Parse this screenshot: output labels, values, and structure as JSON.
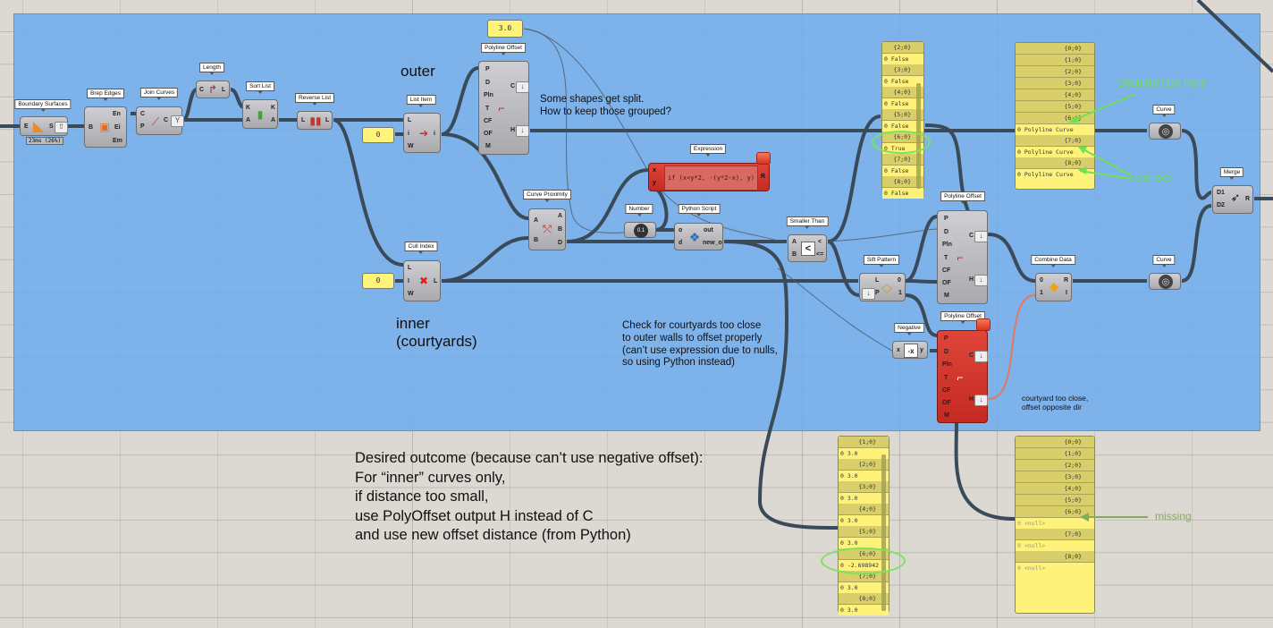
{
  "canvas": {
    "group_color": "#70acee",
    "background": "#dcd9d3"
  },
  "components": {
    "boundary_surfaces": {
      "label": "Boundary Surfaces",
      "inputs": [
        "E"
      ],
      "outputs": [
        "S"
      ],
      "timing": "23ms (26%)"
    },
    "brep_edges": {
      "label": "Brep Edges",
      "inputs": [
        "B"
      ],
      "outputs": [
        "En",
        "Ei",
        "Em"
      ]
    },
    "join_curves": {
      "label": "Join Curves",
      "inputs": [
        "C",
        "P"
      ],
      "outputs": [
        "C"
      ]
    },
    "length": {
      "label": "Length",
      "inputs": [
        "C"
      ],
      "outputs": [
        "L"
      ]
    },
    "sort_list": {
      "label": "Sort List",
      "inputs": [
        "K",
        "A"
      ],
      "outputs": [
        "K",
        "A"
      ]
    },
    "reverse_list": {
      "label": "Reverse List",
      "inputs": [
        "L"
      ],
      "outputs": [
        "L"
      ]
    },
    "list_item": {
      "label": "List Item",
      "inputs": [
        "L",
        "i",
        "W"
      ],
      "outputs": [
        "i"
      ]
    },
    "cull_index": {
      "label": "Cull Index",
      "inputs": [
        "L",
        "I",
        "W"
      ],
      "outputs": [
        "L"
      ]
    },
    "polyline_offset_1": {
      "label": "Polyline Offset",
      "inputs": [
        "P",
        "D",
        "Pln",
        "T",
        "CF",
        "OF",
        "M"
      ],
      "outputs": [
        "C",
        "H"
      ]
    },
    "curve_proximity": {
      "label": "Curve Proximity",
      "inputs": [
        "A",
        "B"
      ],
      "outputs": [
        "A",
        "B",
        "D"
      ]
    },
    "expression": {
      "label": "Expression",
      "inputs": [
        "x",
        "y"
      ],
      "outputs": [
        "R"
      ],
      "formula": "if (x<y*2, -(y*2-x), y)"
    },
    "number": {
      "label": "Number",
      "glyph": "0.1"
    },
    "python_script": {
      "label": "Python Script",
      "inputs": [
        "o",
        "d"
      ],
      "outputs": [
        "out",
        "new_o"
      ]
    },
    "smaller_than": {
      "label": "Smaller Than",
      "inputs": [
        "A",
        "B"
      ],
      "outputs": [
        "<",
        "<="
      ]
    },
    "sift_pattern": {
      "label": "Sift Pattern",
      "inputs": [
        "L",
        "P"
      ],
      "outputs": [
        "0",
        "1"
      ]
    },
    "polyline_offset_2": {
      "label": "Polyline Offset",
      "inputs": [
        "P",
        "D",
        "Pln",
        "T",
        "CF",
        "OF",
        "M"
      ],
      "outputs": [
        "C",
        "H"
      ]
    },
    "polyline_offset_3": {
      "label": "Polyline Offset",
      "inputs": [
        "P",
        "D",
        "Pln",
        "T",
        "CF",
        "OF",
        "M"
      ],
      "outputs": [
        "C",
        "H"
      ]
    },
    "negative": {
      "label": "Negative",
      "inputs": [
        "x"
      ],
      "outputs": [
        "y"
      ]
    },
    "combine_data": {
      "label": "Combine Data",
      "inputs": [
        "0",
        "1"
      ],
      "outputs": [
        "R",
        "I"
      ]
    },
    "curve_1": {
      "label": "Curve"
    },
    "curve_2": {
      "label": "Curve"
    },
    "merge": {
      "label": "Merge",
      "inputs": [
        "D1",
        "D2"
      ],
      "outputs": [
        "R"
      ]
    }
  },
  "sliders": {
    "offset_value": "3.0",
    "list_item_index": "0",
    "cull_index_value": "0"
  },
  "panels": {
    "bool_panel": {
      "rows": [
        {
          "path": "{2;0}",
          "value": "0 False"
        },
        {
          "path": "{3;0}",
          "value": "0 False"
        },
        {
          "path": "{4;0}",
          "value": "0 False"
        },
        {
          "path": "{5;0}",
          "value": "0 False"
        },
        {
          "path": "{6;0}",
          "value": "0 True"
        },
        {
          "path": "{7;0}",
          "value": "0 False"
        },
        {
          "path": "{8;0}",
          "value": "0 False"
        }
      ]
    },
    "curve_panel": {
      "headers": [
        "{0;0}",
        "{1;0}",
        "{2;0}",
        "{3;0}",
        "{4;0}",
        "{5;0}"
      ],
      "rows": [
        {
          "path": "{6;0}",
          "value": "0 Polyline Curve"
        },
        {
          "path": "{7;0}",
          "value": "0 Polyline Curve"
        },
        {
          "path": "{8;0}",
          "value": "0 Polyline Curve"
        }
      ]
    },
    "distance_panel": {
      "rows": [
        {
          "path": "{1;0}",
          "value": "0 3.0"
        },
        {
          "path": "{2;0}",
          "value": "0 3.0"
        },
        {
          "path": "{3;0}",
          "value": "0 3.0"
        },
        {
          "path": "{4;0}",
          "value": "0 3.0"
        },
        {
          "path": "{5;0}",
          "value": "0 3.0"
        },
        {
          "path": "{6;0}",
          "value": "0 -2.698942"
        },
        {
          "path": "{7;0}",
          "value": "0 3.0"
        },
        {
          "path": "{8;0}",
          "value": "0 3.0"
        }
      ]
    },
    "null_panel": {
      "headers": [
        "{0;0}",
        "{1;0}",
        "{2;0}",
        "{3;0}",
        "{4;0}",
        "{5;0}"
      ],
      "rows": [
        {
          "path": "{6;0}",
          "value": "0 <null>"
        },
        {
          "path": "{7;0}",
          "value": "0 <null>"
        },
        {
          "path": "{8;0}",
          "value": "0 <null>"
        }
      ]
    }
  },
  "notes": {
    "outer": "outer",
    "inner": "inner\n(courtyards)",
    "split": "Some shapes get split.\nHow to keep those grouped?",
    "check": "Check for courtyards too close\nto outer walls to offset properly\n(can’t use expression due to nulls,\nso using Python instead)",
    "courtyard": "courtyard too close,\noffset opposite dir",
    "desired": "Desired outcome (because can’t use negative offset):\nFor “inner” curves only,\nif distance too small,\nuse PolyOffset output H instead of C\nand use new offset distance (from Python)",
    "shouldnt": "shouldn’t be here",
    "correct": "correct",
    "missing": "missing"
  }
}
